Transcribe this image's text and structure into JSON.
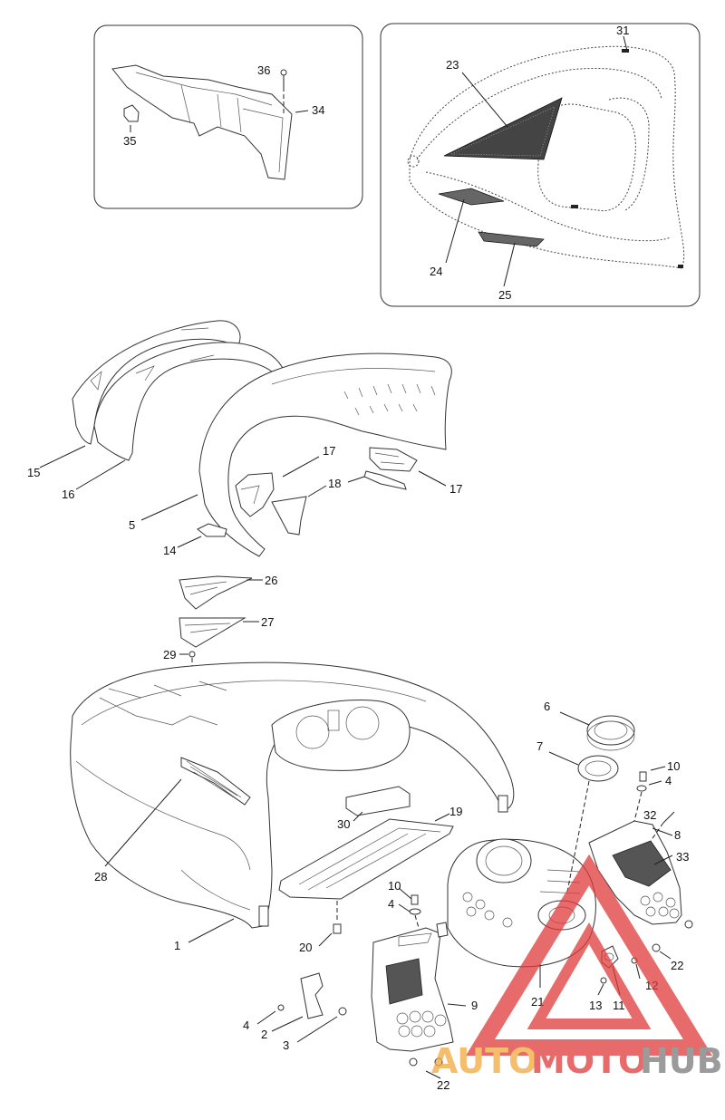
{
  "callouts": {
    "c1": "1",
    "c2": "2",
    "c3": "3",
    "c4a": "4",
    "c4b": "4",
    "c4c": "4",
    "c5": "5",
    "c6": "6",
    "c7": "7",
    "c8": "8",
    "c9": "9",
    "c10a": "10",
    "c10b": "10",
    "c11": "11",
    "c12": "12",
    "c13": "13",
    "c14": "14",
    "c15": "15",
    "c16": "16",
    "c17a": "17",
    "c17b": "17",
    "c18": "18",
    "c19": "19",
    "c20": "20",
    "c21": "21",
    "c22a": "22",
    "c22b": "22",
    "c23": "23",
    "c24": "24",
    "c25": "25",
    "c26": "26",
    "c27": "27",
    "c28": "28",
    "c29": "29",
    "c30": "30",
    "c31": "31",
    "c32": "32",
    "c33": "33",
    "c34": "34",
    "c35": "35",
    "c36": "36"
  },
  "watermark": {
    "text_auto": "AUTO",
    "text_moto": "MOTO",
    "text_hub": "HUB",
    "color_red": "#e03a3a",
    "color_orange": "#f2a93b",
    "color_gray": "#7a7a7a"
  }
}
